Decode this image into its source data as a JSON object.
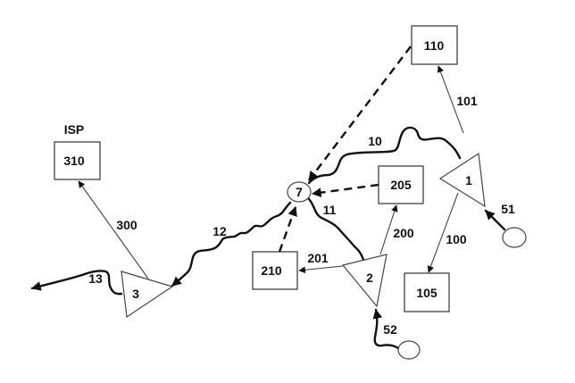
{
  "diagram": {
    "boxes": {
      "b110": "110",
      "b310": "310",
      "b205": "205",
      "b210": "210",
      "b105": "105"
    },
    "box_caption_310": "ISP",
    "triangles": {
      "t1": "1",
      "t2": "2",
      "t3": "3"
    },
    "hub": "7",
    "link_labels": {
      "l101": "101",
      "l100": "100",
      "l51": "51",
      "l10": "10",
      "l11": "11",
      "l12": "12",
      "l13": "13",
      "l200": "200",
      "l201": "201",
      "l300": "300",
      "l52": "52"
    }
  }
}
